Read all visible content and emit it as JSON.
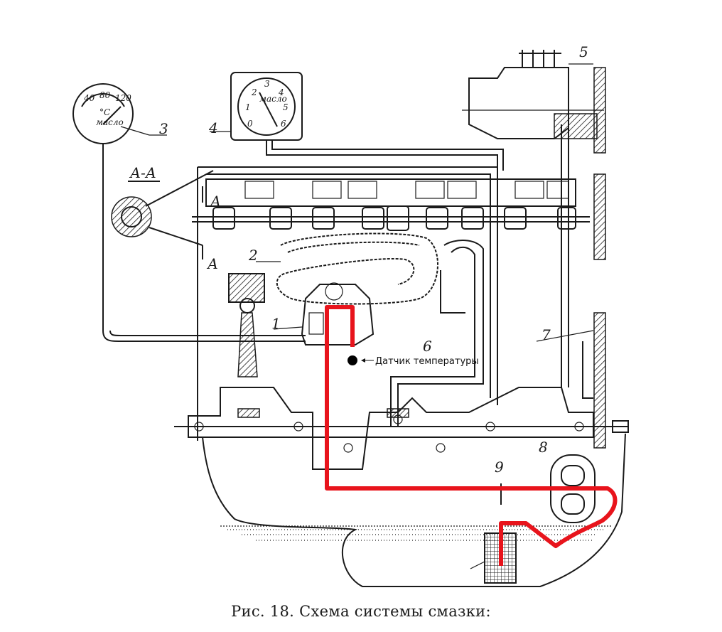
{
  "caption": "Рис. 18. Схема системы смазки:",
  "sensor_label": "Датчик температуры",
  "section_labels": {
    "section": "А-А",
    "a_upper": "А",
    "a_lower": "А"
  },
  "callouts": [
    "1",
    "2",
    "3",
    "4",
    "5",
    "6",
    "7",
    "8",
    "9"
  ],
  "gauge_temp": {
    "ticks": [
      "40",
      "80",
      "120"
    ],
    "unit": "°C",
    "name": "масло"
  },
  "gauge_pressure": {
    "ticks": [
      "0",
      "1",
      "2",
      "3",
      "4",
      "5",
      "6"
    ],
    "name": "масло"
  },
  "colors": {
    "ink": "#1a1a1a",
    "highlight_line": "#e8141c",
    "background": "#ffffff"
  }
}
